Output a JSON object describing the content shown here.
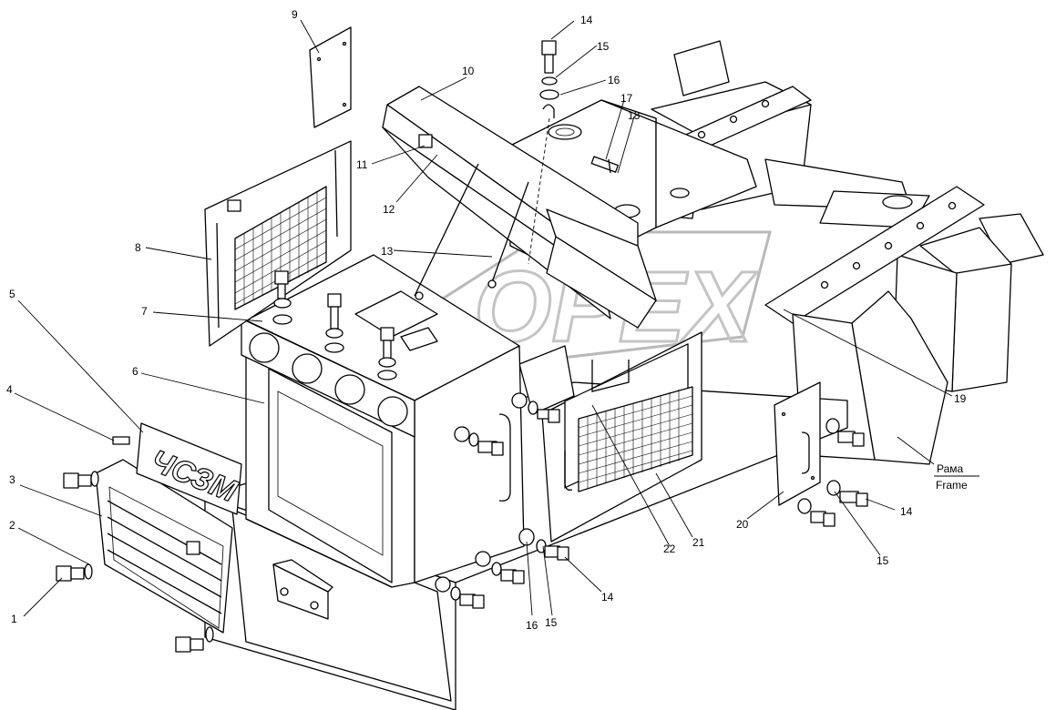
{
  "diagram": {
    "callouts": [
      {
        "id": "c1",
        "text": "1"
      },
      {
        "id": "c2",
        "text": "2"
      },
      {
        "id": "c3",
        "text": "3"
      },
      {
        "id": "c4",
        "text": "4"
      },
      {
        "id": "c5",
        "text": "5"
      },
      {
        "id": "c6",
        "text": "6"
      },
      {
        "id": "c7",
        "text": "7"
      },
      {
        "id": "c8",
        "text": "8"
      },
      {
        "id": "c9",
        "text": "9"
      },
      {
        "id": "c10",
        "text": "10"
      },
      {
        "id": "c11",
        "text": "11"
      },
      {
        "id": "c12",
        "text": "12"
      },
      {
        "id": "c13",
        "text": "13"
      },
      {
        "id": "c14a",
        "text": "14"
      },
      {
        "id": "c14b",
        "text": "14"
      },
      {
        "id": "c14c",
        "text": "14"
      },
      {
        "id": "c15a",
        "text": "15"
      },
      {
        "id": "c15b",
        "text": "15"
      },
      {
        "id": "c15c",
        "text": "15"
      },
      {
        "id": "c16a",
        "text": "16"
      },
      {
        "id": "c16b",
        "text": "16"
      },
      {
        "id": "c17",
        "text": "17"
      },
      {
        "id": "c18",
        "text": "18"
      },
      {
        "id": "c19",
        "text": "19"
      },
      {
        "id": "c20",
        "text": "20"
      },
      {
        "id": "c21",
        "text": "21"
      },
      {
        "id": "c22",
        "text": "22"
      }
    ],
    "frame_label_ru": "Рама",
    "frame_label_en": "Frame",
    "logo_text": "ЧСЗМ",
    "watermark_text": "ОРЕХ"
  }
}
